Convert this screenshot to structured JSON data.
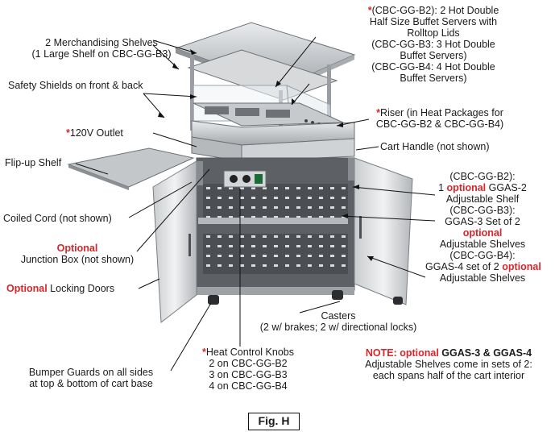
{
  "figure_label": "Fig. H",
  "labels": {
    "shelves": {
      "line1": "2 Merchandising Shelves",
      "line2": "(1 Large Shelf on CBC-GG-B3)"
    },
    "shields": "Safety Shields on front & back",
    "outlet": {
      "star": "*",
      "text": "120V Outlet"
    },
    "flipup": "Flip-up Shelf",
    "coiled": "Coiled Cord (not shown)",
    "junction": {
      "optional": "Optional",
      "text": "Junction Box (not shown)"
    },
    "locking": {
      "optional": "Optional",
      "text": " Locking Doors"
    },
    "bumper": {
      "line1": "Bumper Guards on all sides",
      "line2": "at top & bottom of cart base"
    },
    "knobs": {
      "star": "*",
      "line1": "Heat Control Knobs",
      "line2": "2 on CBC-GG-B2",
      "line3": "3 on CBC-GG-B3",
      "line4": "4 on CBC-GG-B4"
    },
    "casters": {
      "line1": "Casters",
      "line2": "(2 w/ brakes; 2 w/ directional locks)"
    },
    "servers": {
      "star": "*",
      "line1": "(CBC-GG-B2): 2 Hot Double",
      "line2": "Half Size Buffet Servers with",
      "line3": "Rolltop Lids",
      "line4": "(CBC-GG-B3: 3 Hot Double",
      "line5": "Buffet Servers)",
      "line6": "(CBC-GG-B4: 4 Hot Double",
      "line7": "Buffet Servers)"
    },
    "riser": {
      "star": "*",
      "line1": "Riser (in Heat Packages for",
      "line2": "CBC-GG-B2 & CBC-GG-B4)"
    },
    "handle": "Cart Handle (not shown)",
    "adjustable": {
      "b2_model": "(CBC-GG-B2):",
      "b2_pre": "1 ",
      "b2_opt": "optional",
      "b2_post": " GGAS-2",
      "b2_line3": "Adjustable Shelf",
      "b3_model": "(CBC-GG-B3):",
      "b3_line2": "GGAS-3 Set of 2",
      "b3_opt": "optional",
      "b3_line4": "Adjustable Shelves",
      "b4_model": "(CBC-GG-B4):",
      "b4_pre": "GGAS-4 set of 2 ",
      "b4_opt": "optional",
      "b4_line3": "Adjustable Shelves"
    },
    "note": {
      "prefix": "NOTE: optional",
      "models": " GGAS-3 & GGAS-4",
      "line2": "Adjustable Shelves come in sets of 2:",
      "line3": "each spans half of the cart interior"
    }
  },
  "colors": {
    "accent_red": "#d8262b",
    "text": "#1a1a1a",
    "steel": "#b9bcbf",
    "interior": "#55585c"
  }
}
